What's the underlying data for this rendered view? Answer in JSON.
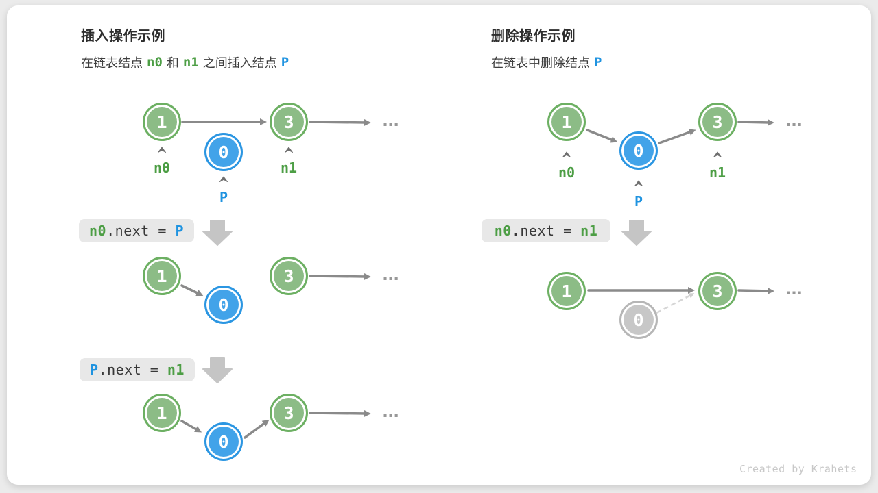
{
  "colors": {
    "node_green_fill": "#8cbc86",
    "node_green_border": "#6db063",
    "node_blue_fill": "#42a3e9",
    "node_blue_border": "#2b96e2",
    "node_gray_fill": "#c7c7c7",
    "node_gray_border": "#b6b6b6",
    "label_green": "#4d9e45",
    "label_blue": "#1f93e0",
    "arrow_gray": "#8a8a8a",
    "code_box_bg": "#e8e8e8",
    "background": "#ebebeb"
  },
  "left_panel": {
    "title": "插入操作示例",
    "subtitle": {
      "t1": "在链表结点",
      "n0": "n0",
      "t2": "和",
      "n1": "n1",
      "t3": "之间插入结点",
      "p": "P"
    },
    "code_step1": {
      "lhs": "n0",
      "op": ".next = ",
      "rhs": "P"
    },
    "code_step2": {
      "lhs": "P",
      "op": ".next = ",
      "rhs": "n1"
    },
    "labels": {
      "n0": "n0",
      "n1": "n1",
      "p": "P"
    }
  },
  "right_panel": {
    "title": "删除操作示例",
    "subtitle": {
      "t1": "在链表中删除结点",
      "p": "P"
    },
    "code_step1": {
      "lhs": "n0",
      "op": ".next = ",
      "rhs": "n1"
    },
    "labels": {
      "n0": "n0",
      "n1": "n1",
      "p": "P"
    }
  },
  "node_values": {
    "one": "1",
    "zero": "0",
    "three": "3"
  },
  "ellipsis": "...",
  "watermark": "Created by Krahets"
}
